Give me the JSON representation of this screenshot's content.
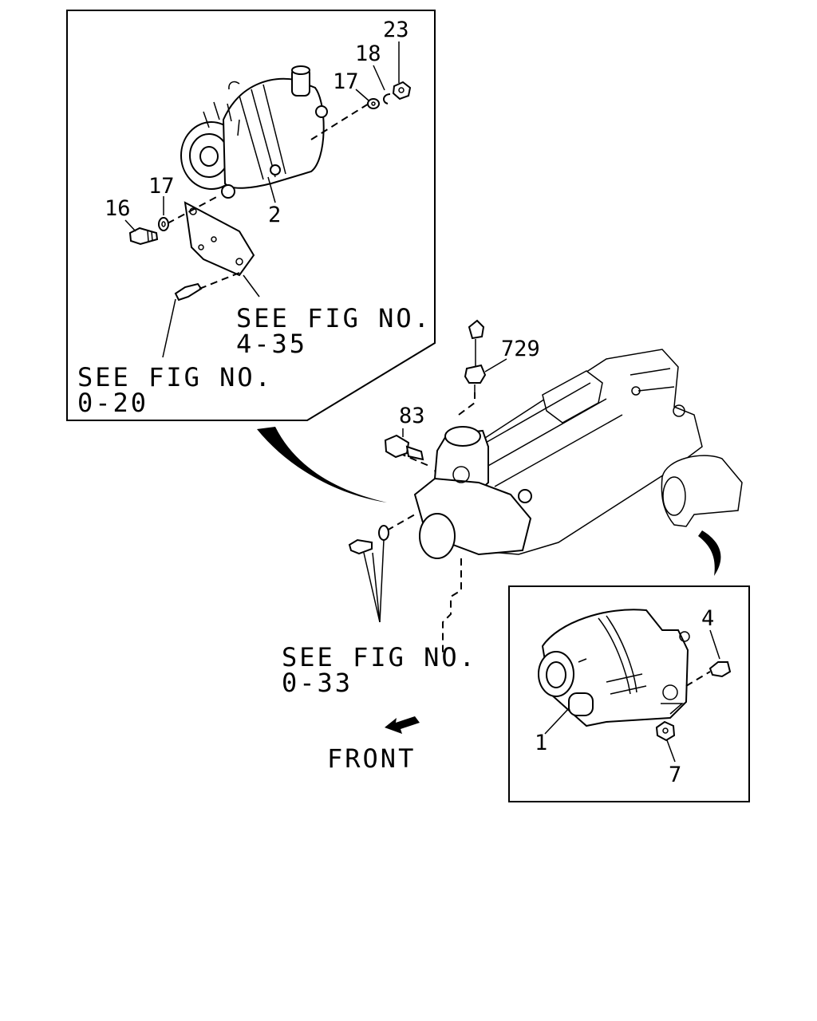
{
  "callouts": {
    "c23": "23",
    "c18": "18",
    "c17_top": "17",
    "c17_left": "17",
    "c16": "16",
    "c2": "2",
    "c729": "729",
    "c83": "83",
    "c4": "4",
    "c1": "1",
    "c7": "7"
  },
  "references": {
    "see_4_35_line1": "SEE FIG NO.",
    "see_4_35_line2": "4-35",
    "see_0_20_line1": "SEE FIG NO.",
    "see_0_20_line2": "0-20",
    "see_0_33_line1": "SEE FIG NO.",
    "see_0_33_line2": "0-33"
  },
  "front_label": "FRONT"
}
